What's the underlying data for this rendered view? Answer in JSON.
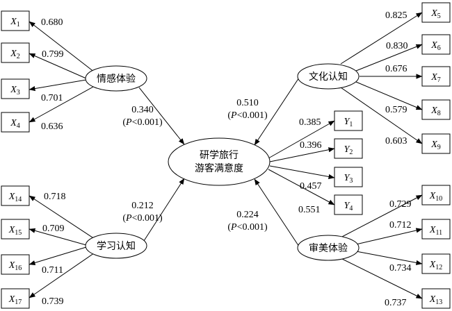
{
  "constructs": {
    "center": {
      "line1": "研学旅行",
      "line2": "游客满意度"
    },
    "emotion": "情感体验",
    "learning": "学习认知",
    "culture": "文化认知",
    "aesthetic": "审美体验"
  },
  "indicators": {
    "x1": {
      "letter": "X",
      "sub": "1",
      "loading": "0.680"
    },
    "x2": {
      "letter": "X",
      "sub": "2",
      "loading": "0.799"
    },
    "x3": {
      "letter": "X",
      "sub": "3",
      "loading": "0.701"
    },
    "x4": {
      "letter": "X",
      "sub": "4",
      "loading": "0.636"
    },
    "x5": {
      "letter": "X",
      "sub": "5",
      "loading": "0.825"
    },
    "x6": {
      "letter": "X",
      "sub": "6",
      "loading": "0.830"
    },
    "x7": {
      "letter": "X",
      "sub": "7",
      "loading": "0.676"
    },
    "x8": {
      "letter": "X",
      "sub": "8",
      "loading": "0.579"
    },
    "x9": {
      "letter": "X",
      "sub": "9",
      "loading": "0.603"
    },
    "x10": {
      "letter": "X",
      "sub": "10",
      "loading": "0.729"
    },
    "x11": {
      "letter": "X",
      "sub": "11",
      "loading": "0.712"
    },
    "x12": {
      "letter": "X",
      "sub": "12",
      "loading": "0.734"
    },
    "x13": {
      "letter": "X",
      "sub": "13",
      "loading": "0.737"
    },
    "x14": {
      "letter": "X",
      "sub": "14",
      "loading": "0.718"
    },
    "x15": {
      "letter": "X",
      "sub": "15",
      "loading": "0.709"
    },
    "x16": {
      "letter": "X",
      "sub": "16",
      "loading": "0.711"
    },
    "x17": {
      "letter": "X",
      "sub": "17",
      "loading": "0.739"
    },
    "y1": {
      "letter": "Y",
      "sub": "1",
      "loading": "0.385"
    },
    "y2": {
      "letter": "Y",
      "sub": "2",
      "loading": "0.396"
    },
    "y3": {
      "letter": "Y",
      "sub": "3",
      "loading": "0.457"
    },
    "y4": {
      "letter": "Y",
      "sub": "4",
      "loading": "0.551"
    }
  },
  "paths": {
    "emotion": {
      "coef": "0.340",
      "p_letter": "P",
      "p_rest": "<0.001"
    },
    "learning": {
      "coef": "0.212",
      "p_letter": "P",
      "p_rest": "<0.001"
    },
    "culture": {
      "coef": "0.510",
      "p_letter": "P",
      "p_rest": "<0.001"
    },
    "aesthetic": {
      "coef": "0.224",
      "p_letter": "P",
      "p_rest": "<0.001"
    }
  }
}
